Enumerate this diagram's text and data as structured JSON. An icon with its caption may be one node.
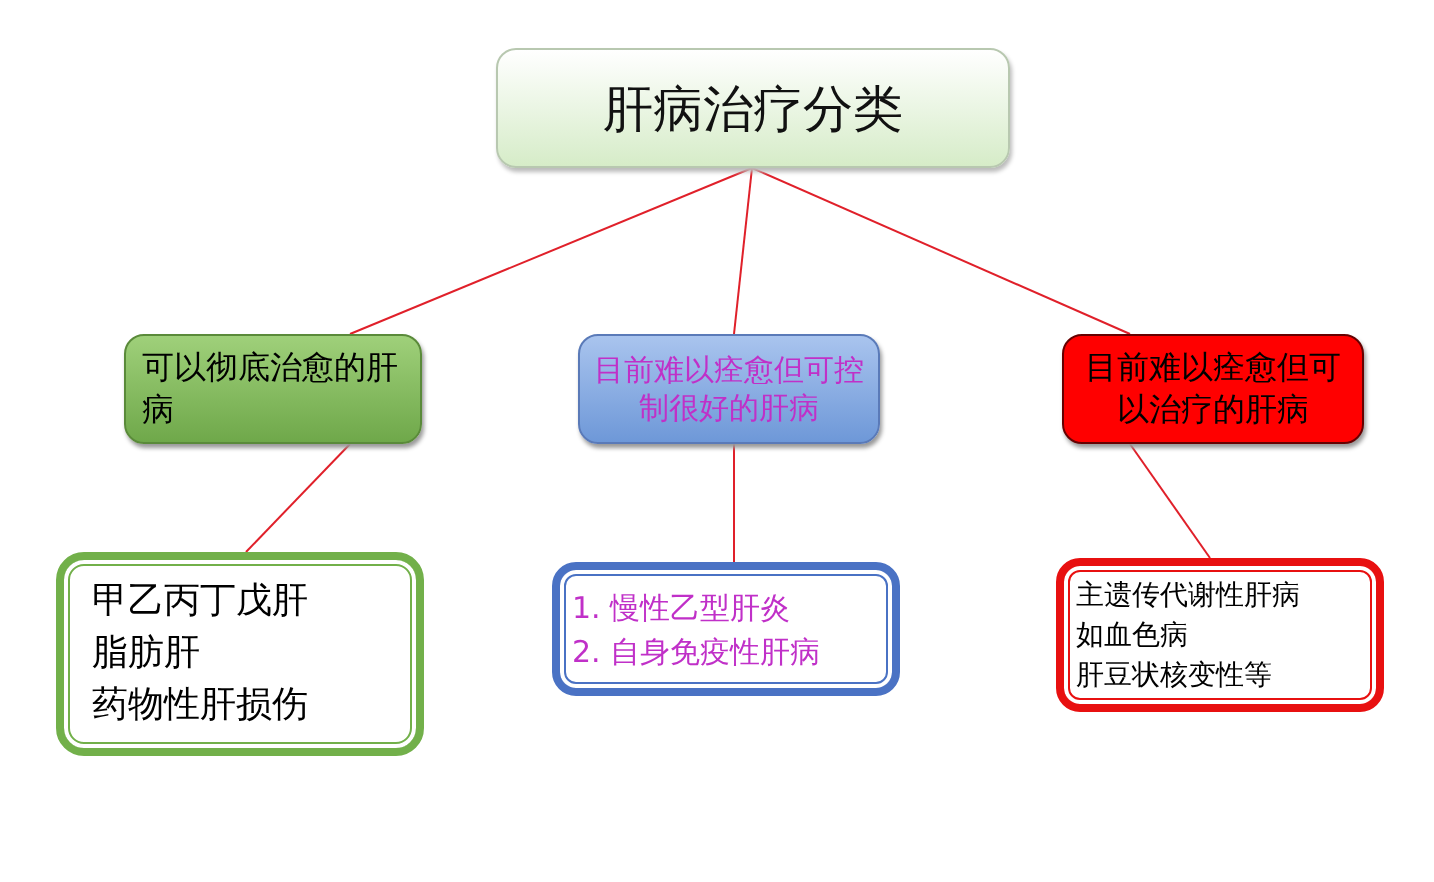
{
  "diagram": {
    "nodes": [
      {
        "text": [
          "肝病治疗分类"
        ]
      },
      {
        "text": [
          "可以彻底治愈的肝病"
        ]
      },
      {
        "text": [
          "目前难以痊愈但可控制很好的肝病"
        ]
      },
      {
        "text": [
          "目前难以痊愈但可以治疗的肝病"
        ]
      },
      {
        "text": [
          "甲乙丙丁戊肝",
          "脂肪肝",
          "药物性肝损伤"
        ]
      },
      {
        "text": [
          "1. 慢性乙型肝炎",
          "2. 自身免疫性肝病"
        ]
      },
      {
        "text": [
          "主遗传代谢性肝病",
          "如血色病",
          "肝豆状核变性等"
        ]
      }
    ],
    "edges": [
      {
        "from": 0,
        "to": 1,
        "arrow": "none"
      },
      {
        "from": 0,
        "to": 2,
        "arrow": "none"
      },
      {
        "from": 0,
        "to": 3,
        "arrow": "none"
      },
      {
        "from": 1,
        "to": 4,
        "arrow": "none"
      },
      {
        "from": 2,
        "to": 5,
        "arrow": "none"
      },
      {
        "from": 3,
        "to": 6,
        "arrow": "none"
      }
    ]
  }
}
